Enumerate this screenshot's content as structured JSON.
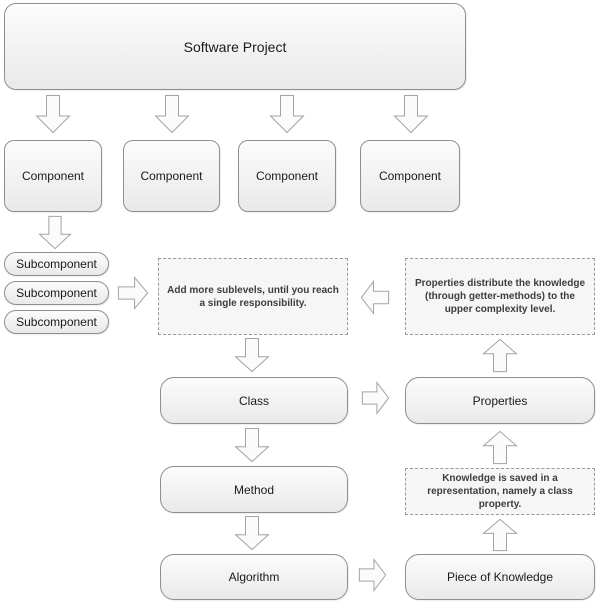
{
  "diagram": {
    "root_label": "Software Project",
    "components": [
      {
        "label": "Component"
      },
      {
        "label": "Component"
      },
      {
        "label": "Component"
      },
      {
        "label": "Component"
      }
    ],
    "subcomponents": [
      {
        "label": "Subcomponent"
      },
      {
        "label": "Subcomponent"
      },
      {
        "label": "Subcomponent"
      }
    ],
    "nodes": {
      "class_label": "Class",
      "properties_label": "Properties",
      "method_label": "Method",
      "algorithm_label": "Algorithm",
      "piece_of_knowledge_label": "Piece of Knowledge"
    },
    "notes": {
      "add_sublevels": "Add more sublevels, until you reach a single responsibility.",
      "properties_distribute": "Properties distribute the knowledge (through getter-methods) to the upper complexity level.",
      "knowledge_saved": "Knowledge is saved in a representation, namely a class property."
    },
    "colors": {
      "canvas_bg": "#ffffff",
      "node_border": "#8f8f8f",
      "node_fill_top": "#fcfcfc",
      "node_fill_bottom": "#e9e9e9",
      "dashed_border": "#9a9a9a",
      "dashed_fill": "#f6f6f6",
      "arrow_stroke": "#a3a3a3",
      "arrow_fill": "#fbfbfb",
      "label_text": "#1a1a1a",
      "note_text": "#3d3d3d"
    }
  }
}
